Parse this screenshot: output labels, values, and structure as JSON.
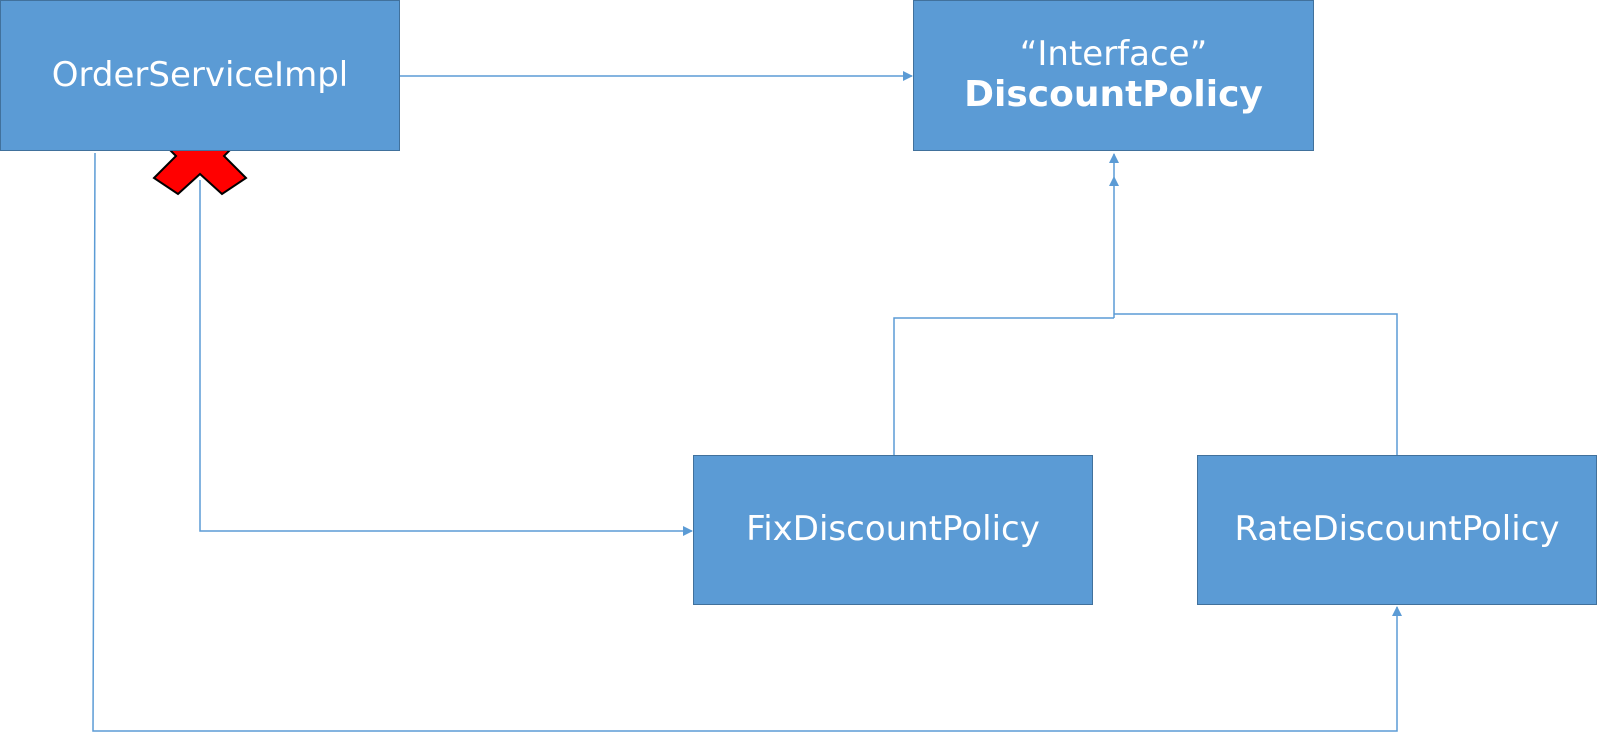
{
  "nodes": {
    "order_service": {
      "label": "OrderServiceImpl"
    },
    "discount_policy": {
      "stereotype": "“Interface”",
      "name": "DiscountPolicy"
    },
    "fix_discount": {
      "label": "FixDiscountPolicy"
    },
    "rate_discount": {
      "label": "RateDiscountPolicy"
    }
  },
  "colors": {
    "box_fill": "#5b9bd5",
    "box_border": "#41719c",
    "line": "#5b9bd5",
    "cross_fill": "#ff0000",
    "cross_stroke": "#000000"
  },
  "icons": {
    "blocked_dependency": "red-x-icon"
  }
}
